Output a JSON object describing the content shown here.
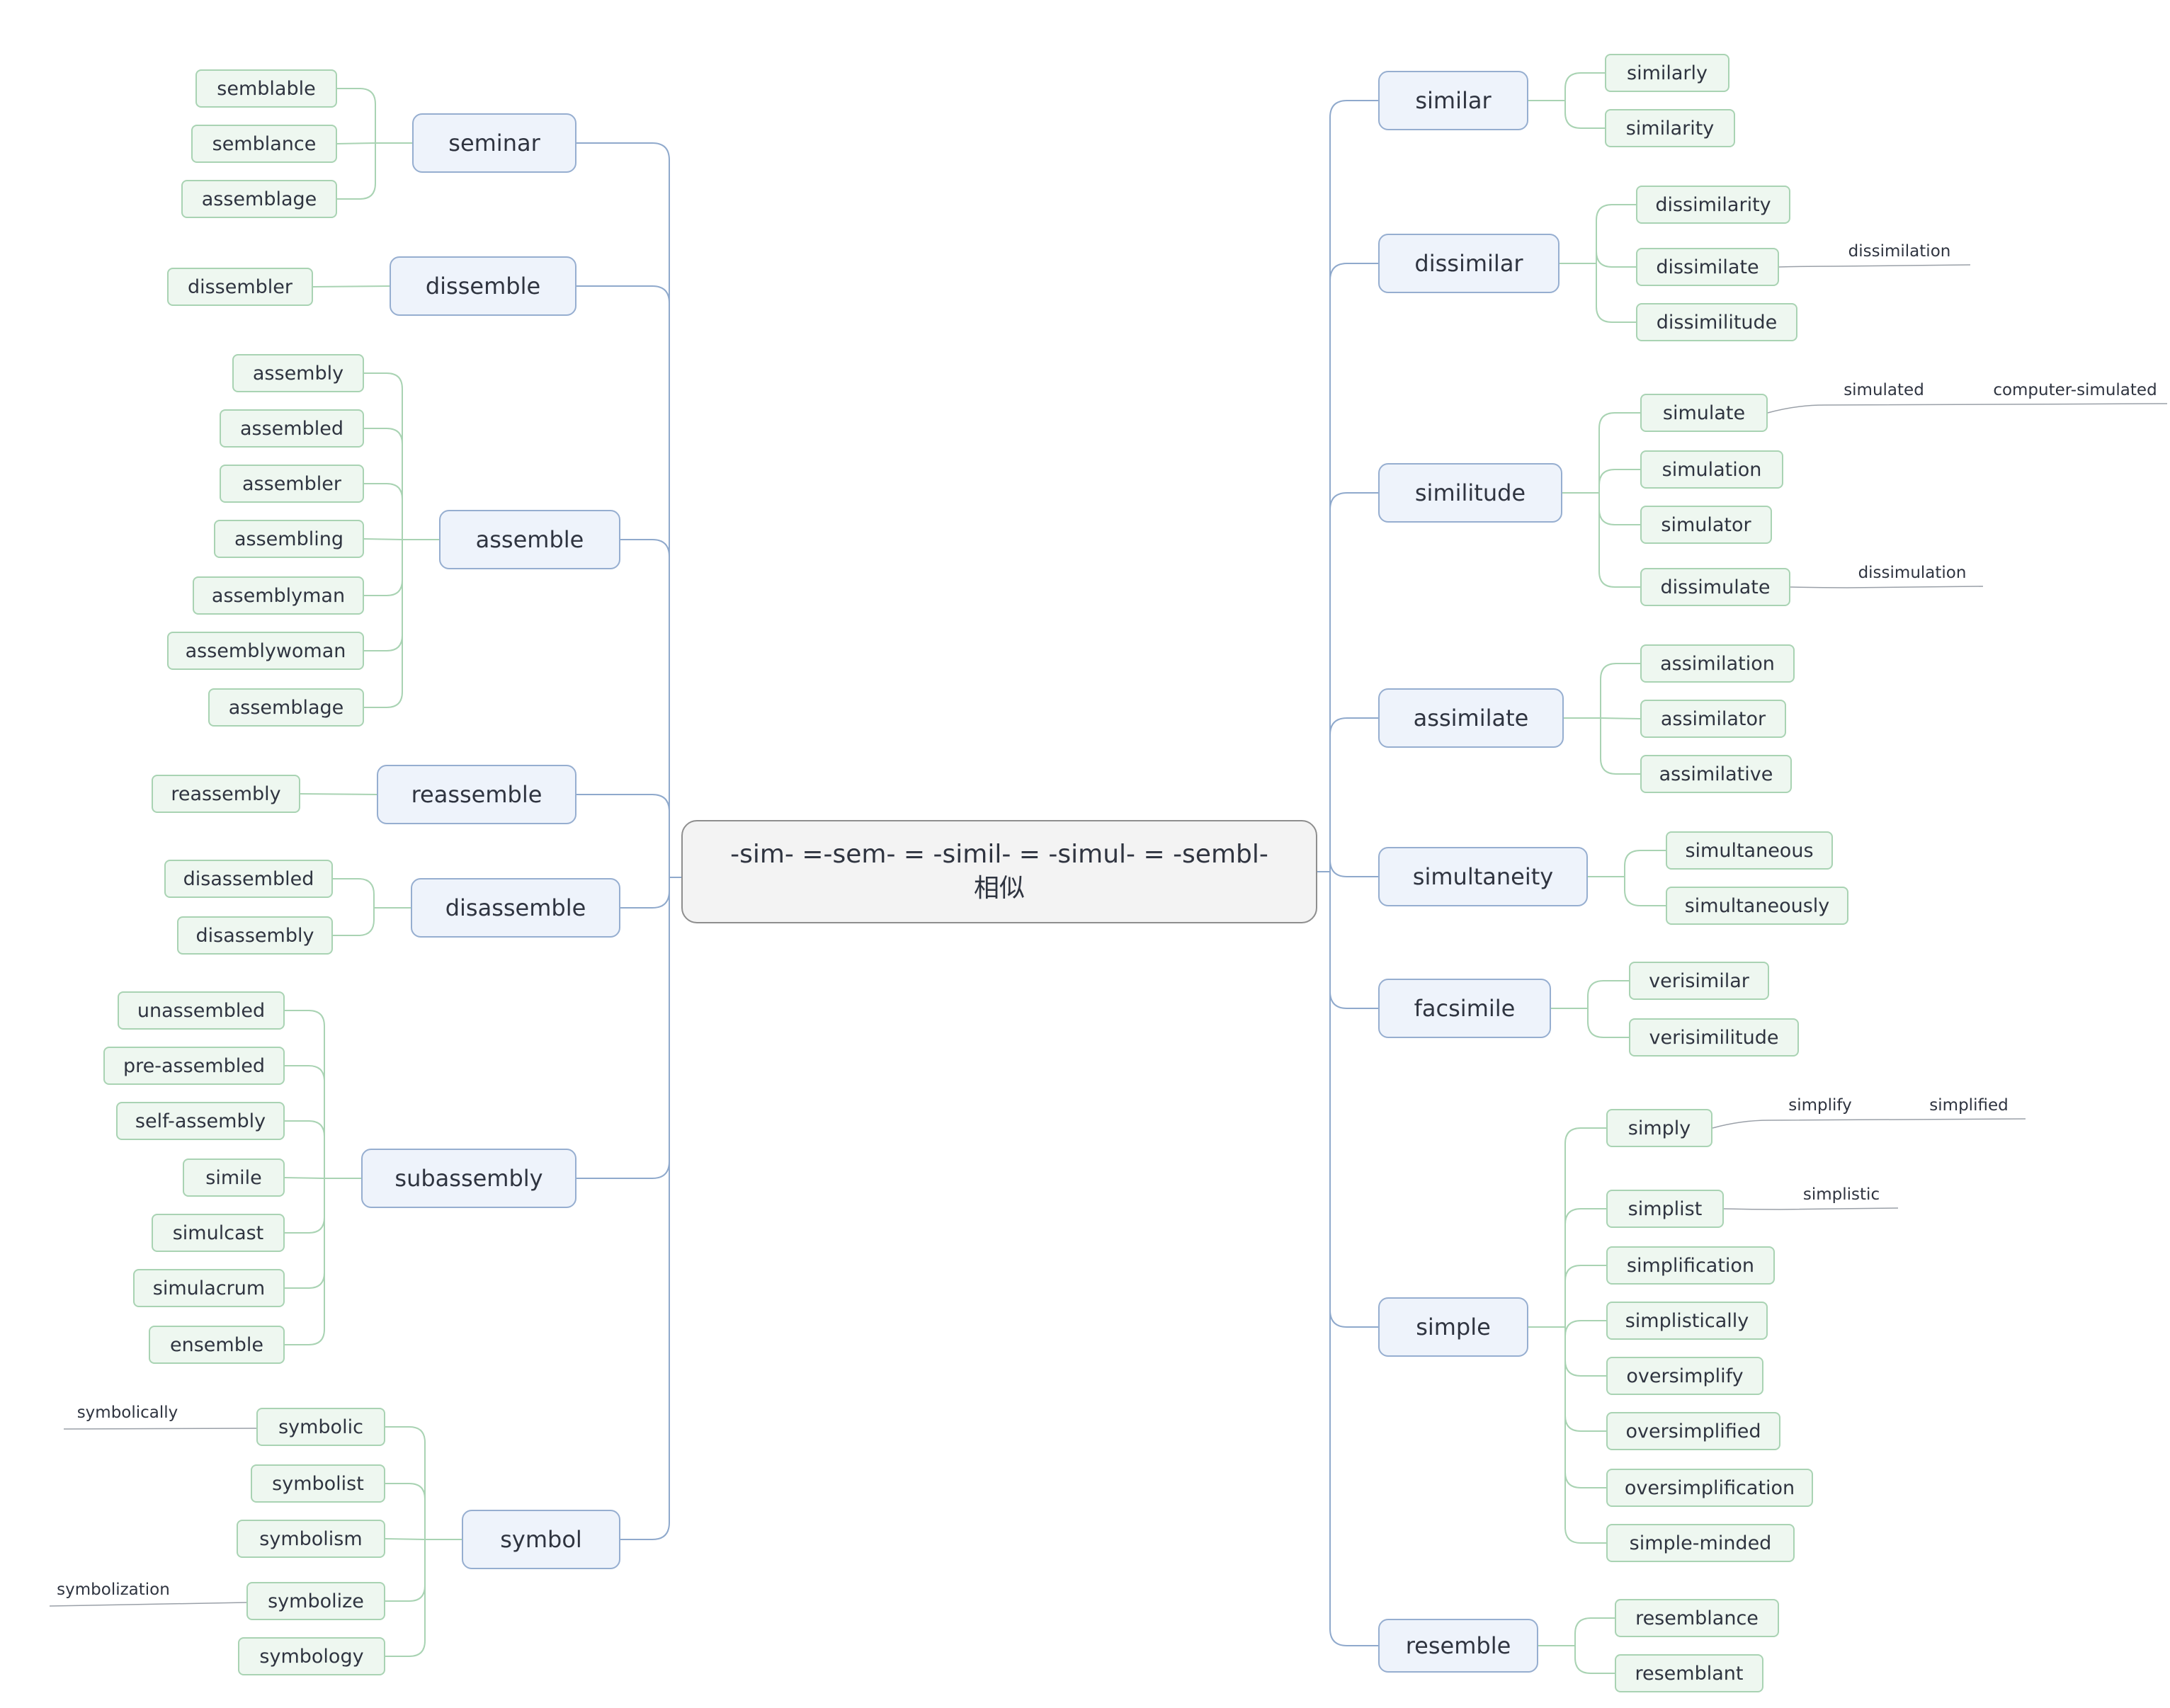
{
  "center": {
    "line1": "-sim- =-sem- = -simil- = -simul- = -sembl-",
    "line2": "相似"
  },
  "colors": {
    "main_fill": "#eef3fb",
    "main_border": "#96aed0",
    "sub_fill": "#eef7f0",
    "sub_border": "#a9d3b3",
    "line_main": "#8fa9cc",
    "line_sub": "#a9d3b3",
    "line_leaf": "#9aa0a8"
  },
  "left_branches": [
    {
      "label": "seminar",
      "children": [
        {
          "label": "semblable"
        },
        {
          "label": "semblance"
        },
        {
          "label": "assemblage"
        }
      ]
    },
    {
      "label": "dissemble",
      "children": [
        {
          "label": "dissembler"
        }
      ]
    },
    {
      "label": "assemble",
      "children": [
        {
          "label": "assembly"
        },
        {
          "label": "assembled"
        },
        {
          "label": "assembler"
        },
        {
          "label": "assembling"
        },
        {
          "label": "assemblyman"
        },
        {
          "label": "assemblywoman"
        },
        {
          "label": "assemblage"
        }
      ]
    },
    {
      "label": "reassemble",
      "children": [
        {
          "label": "reassembly"
        }
      ]
    },
    {
      "label": "disassemble",
      "children": [
        {
          "label": "disassembled"
        },
        {
          "label": "disassembly"
        }
      ]
    },
    {
      "label": "subassembly",
      "children": [
        {
          "label": "unassembled"
        },
        {
          "label": "pre-assembled"
        },
        {
          "label": "self-assembly"
        },
        {
          "label": "simile"
        },
        {
          "label": "simulcast"
        },
        {
          "label": "simulacrum"
        },
        {
          "label": "ensemble"
        }
      ]
    },
    {
      "label": "symbol",
      "children": [
        {
          "label": "symbolic",
          "children": [
            "symbolically"
          ]
        },
        {
          "label": "symbolist"
        },
        {
          "label": "symbolism"
        },
        {
          "label": "symbolize",
          "children": [
            "symbolization"
          ]
        },
        {
          "label": "symbology"
        }
      ]
    }
  ],
  "right_branches": [
    {
      "label": "similar",
      "children": [
        {
          "label": "similarly"
        },
        {
          "label": "similarity"
        }
      ]
    },
    {
      "label": "dissimilar",
      "children": [
        {
          "label": "dissimilarity"
        },
        {
          "label": "dissimilate",
          "children": [
            "dissimilation"
          ]
        },
        {
          "label": "dissimilitude"
        }
      ]
    },
    {
      "label": "similitude",
      "children": [
        {
          "label": "simulate",
          "children": [
            "simulated",
            "computer-simulated"
          ]
        },
        {
          "label": "simulation"
        },
        {
          "label": "simulator"
        },
        {
          "label": "dissimulate",
          "children": [
            "dissimulation"
          ]
        }
      ]
    },
    {
      "label": "assimilate",
      "children": [
        {
          "label": "assimilation"
        },
        {
          "label": "assimilator"
        },
        {
          "label": "assimilative"
        }
      ]
    },
    {
      "label": "simultaneity",
      "children": [
        {
          "label": "simultaneous"
        },
        {
          "label": "simultaneously"
        }
      ]
    },
    {
      "label": "facsimile",
      "children": [
        {
          "label": "verisimilar"
        },
        {
          "label": "verisimilitude"
        }
      ]
    },
    {
      "label": "simple",
      "children": [
        {
          "label": "simply",
          "children": [
            "simplify",
            "simplified"
          ]
        },
        {
          "label": "simplist",
          "children": [
            "simplistic"
          ]
        },
        {
          "label": "simplification"
        },
        {
          "label": "simplistically"
        },
        {
          "label": "oversimplify"
        },
        {
          "label": "oversimplified"
        },
        {
          "label": "oversimplification"
        },
        {
          "label": "simple-minded"
        }
      ]
    },
    {
      "label": "resemble",
      "children": [
        {
          "label": "resemblance"
        },
        {
          "label": "resemblant"
        }
      ]
    }
  ]
}
